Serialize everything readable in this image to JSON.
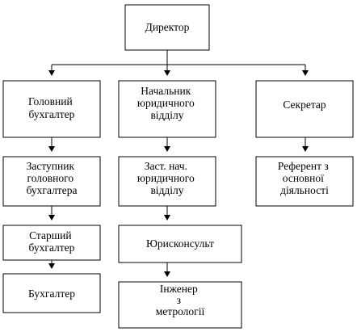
{
  "boxes": {
    "director": {
      "lines": [
        "Директор"
      ]
    },
    "chief_accountant": {
      "lines": [
        "Головний",
        "бухгалтер"
      ]
    },
    "legal_head": {
      "lines": [
        "Начальник",
        "юридичного",
        "відділу"
      ]
    },
    "secretary": {
      "lines": [
        "Секретар"
      ]
    },
    "deputy_chief_accountant": {
      "lines": [
        "Заступник",
        "головного",
        "бухгалтера"
      ]
    },
    "deputy_legal_head": {
      "lines": [
        "Заст. нач.",
        "юридичного",
        "відділу"
      ]
    },
    "main_activity_referent": {
      "lines": [
        "Референт з",
        "основної",
        "діяльності"
      ]
    },
    "senior_accountant": {
      "lines": [
        "Старший",
        "бухгалтер"
      ]
    },
    "legal_adviser": {
      "lines": [
        "Юрисконсульт"
      ]
    },
    "accountant": {
      "lines": [
        "Бухгалтер"
      ]
    },
    "metrology_engineer": {
      "lines": [
        "Інженер",
        "з",
        "метрології"
      ]
    }
  }
}
